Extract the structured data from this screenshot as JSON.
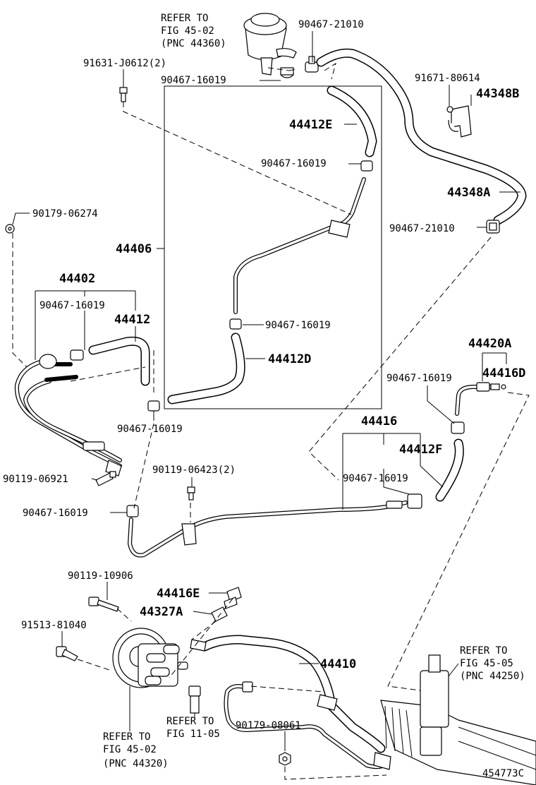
{
  "figure_id": "454773C",
  "references": {
    "reservoir": [
      "REFER TO",
      "FIG 45-02",
      "(PNC 44360)"
    ],
    "pump": [
      "REFER TO",
      "FIG 45-02",
      "(PNC 44320)"
    ],
    "gear": [
      "REFER TO",
      "FIG 45-05",
      "(PNC 44250)"
    ],
    "bracket": [
      "REFER TO",
      "FIG 11-05"
    ]
  },
  "parts": {
    "clamp_21010_top": "90467-21010",
    "bolt_j0612": "91631-J0612(2)",
    "clamp_16019_top": "90467-16019",
    "bolt_80614": "91671-80614",
    "bracket_44348b": "44348B",
    "hose_44412e": "44412E",
    "clamp_16019_upper_box": "90467-16019",
    "hose_44348a": "44348A",
    "clamp_21010_right": "90467-21010",
    "washer_06274": "90179-06274",
    "tube_44406": "44406",
    "assy_44402": "44402",
    "clamp_16019_left": "90467-16019",
    "hose_44412": "44412",
    "clamp_16019_box_mid": "90467-16019",
    "hose_44412d": "44412D",
    "tube_44420a": "44420A",
    "clamp_16019_right": "90467-16019",
    "tube_44416d": "44416D",
    "clamp_16019_left_low": "90467-16019",
    "tube_44416": "44416",
    "hose_44412f": "44412F",
    "bolt_06921": "90119-06921",
    "bolt_06423": "90119-06423(2)",
    "clamp_16019_mid": "90467-16019",
    "clamp_16019_bottom_left": "90467-16019",
    "bolt_10906": "90119-10906",
    "tube_44416e": "44416E",
    "clip_44327a": "44327A",
    "bolt_81040": "91513-81040",
    "hose_44410": "44410",
    "nut_08061": "90179-08061"
  }
}
